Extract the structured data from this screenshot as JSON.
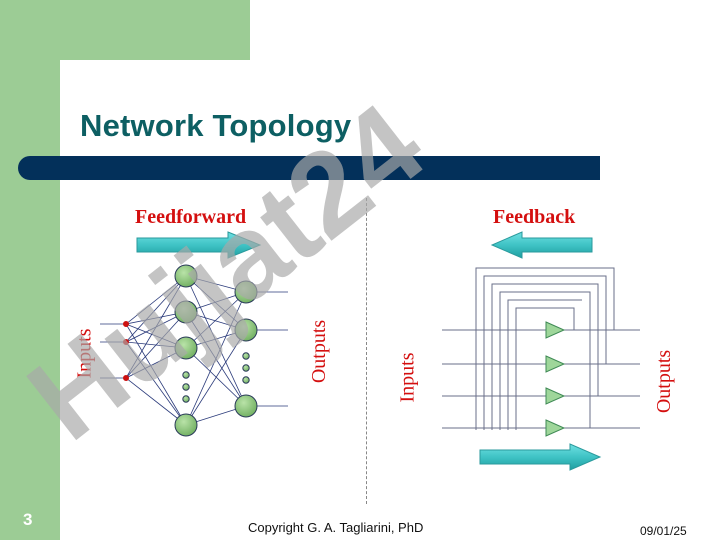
{
  "slide": {
    "title": "Network Topology",
    "number": "3",
    "copyright": "Copyright G. A. Tagliarini, PhD",
    "date": "09/01/25"
  },
  "feedforward": {
    "heading": "Feedforward",
    "inputs_label": "Inputs",
    "outputs_label": "Outputs"
  },
  "feedback": {
    "heading": "Feedback",
    "inputs_label": "Inputs",
    "outputs_label": "Outputs"
  },
  "watermark": {
    "text": "Hujjat24",
    "color": "#a9a9a9",
    "accent_color": "#b7b2ee"
  },
  "colors": {
    "accent_teal": "#3fc3c5",
    "node_green": "#8ec57e",
    "label_red": "#d40f0f",
    "title_teal": "#0d5f63",
    "bar_navy": "#03305a",
    "sidebar_green": "#9ccc95"
  }
}
